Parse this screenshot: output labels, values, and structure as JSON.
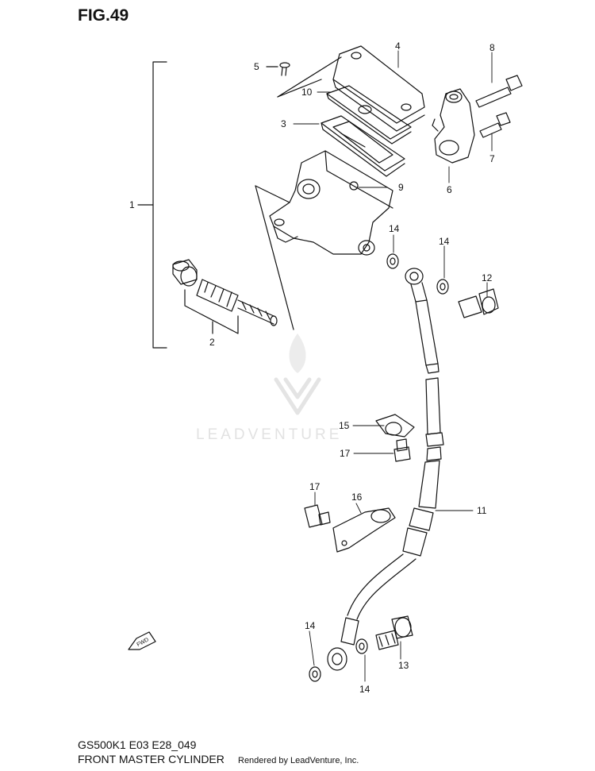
{
  "figure": {
    "label": "FIG.49",
    "model_code": "GS500K1 E03 E28_049",
    "title": "FRONT MASTER CYLINDER",
    "rendered_by": "Rendered by LeadVenture, Inc."
  },
  "watermark": {
    "text": "LEADVENTURE"
  },
  "callouts": {
    "c1": "1",
    "c2": "2",
    "c3": "3",
    "c4": "4",
    "c5": "5",
    "c6": "6",
    "c7": "7",
    "c8": "8",
    "c9": "9",
    "c10": "10",
    "c11": "11",
    "c12": "12",
    "c13": "13",
    "c14a": "14",
    "c14b": "14",
    "c14c": "14",
    "c14d": "14",
    "c15": "15",
    "c16": "16",
    "c17a": "17",
    "c17b": "17"
  },
  "icons": {
    "fwd_arrow": "FWD"
  }
}
